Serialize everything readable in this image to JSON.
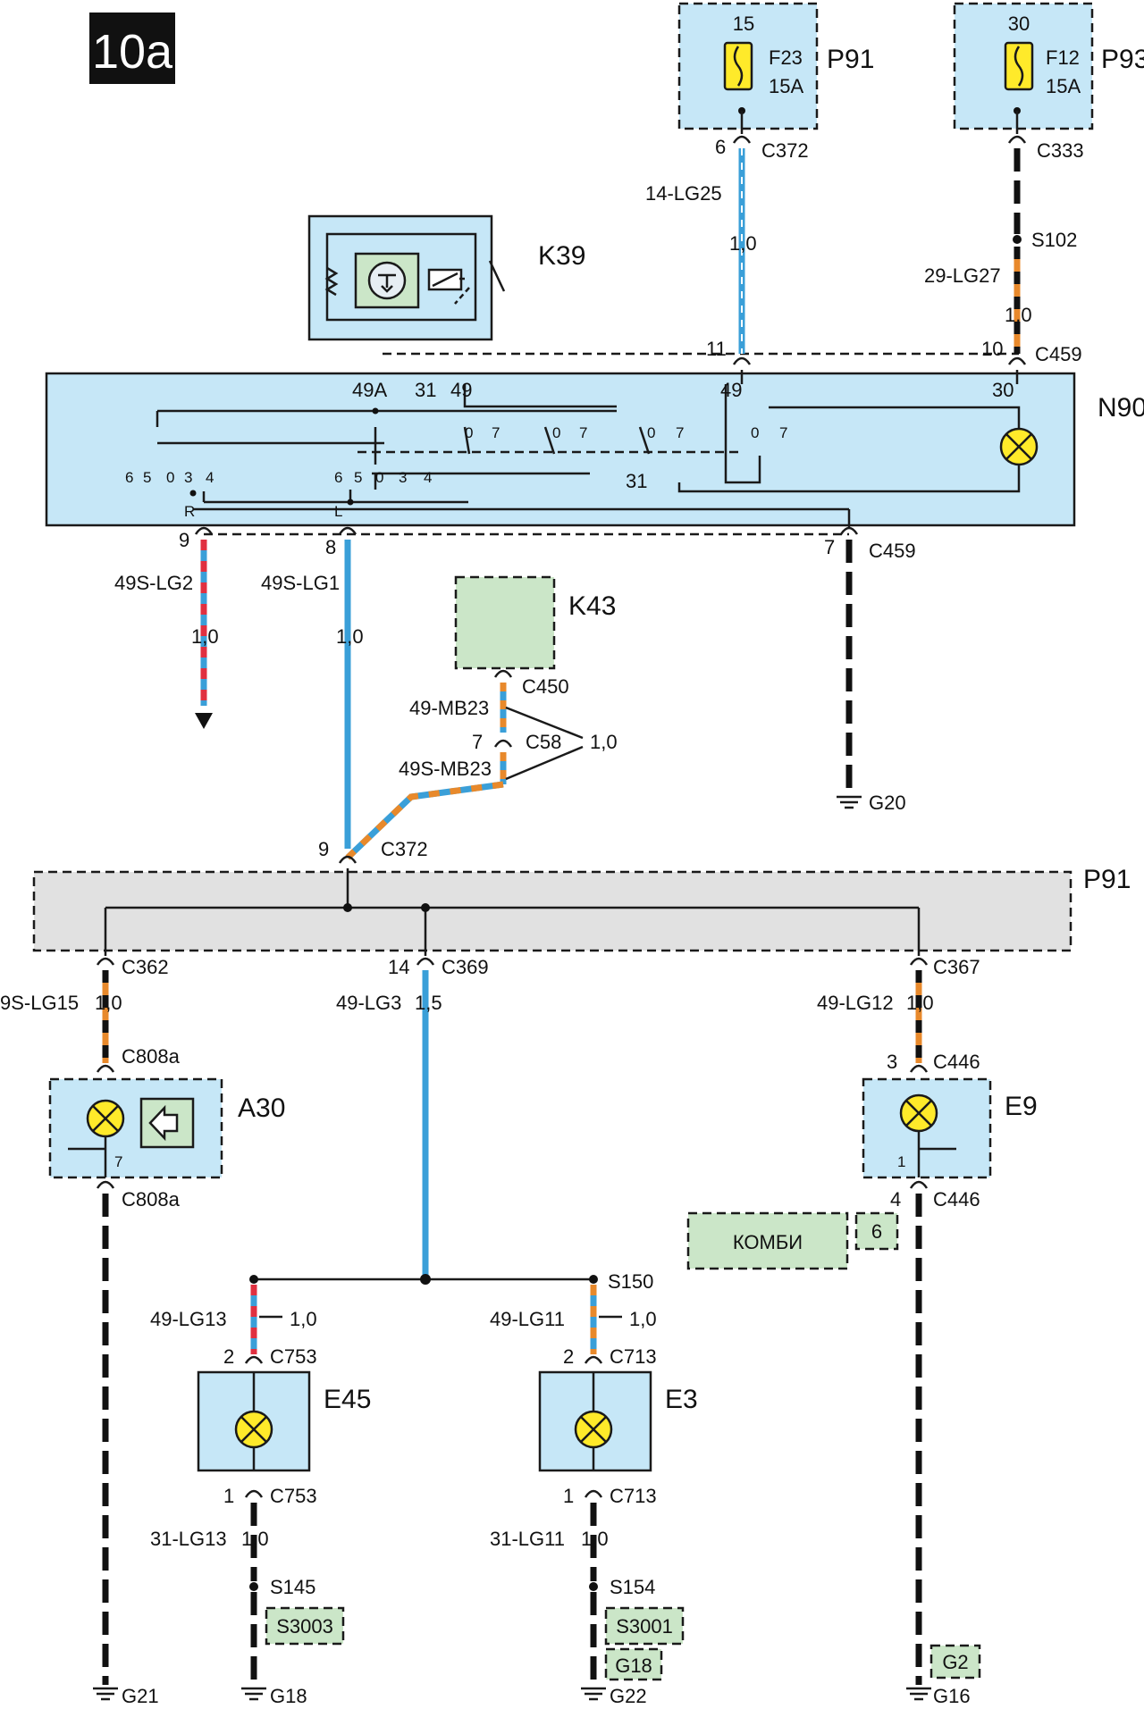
{
  "page_label": "10a",
  "components": {
    "K39": "K39",
    "N90": "N90",
    "K43": "K43",
    "P91_top": "P91",
    "P93": "P93",
    "P91_bus": "P91",
    "A30": "A30",
    "E9": "E9",
    "E45": "E45",
    "E3": "E3",
    "kombi": "КОМБИ",
    "kombi_pin": "6"
  },
  "fuses": {
    "f23": {
      "top": "15",
      "name": "F23",
      "rating": "15A"
    },
    "f12": {
      "top": "30",
      "name": "F12",
      "rating": "15A"
    }
  },
  "connectors": {
    "c372_top": "C372",
    "c333": "C333",
    "c459_top": "C459",
    "c459_bot": "C459",
    "c450": "C450",
    "c58": "C58",
    "c372_mid": "C372",
    "c362": "C362",
    "c369": "C369",
    "c367": "C367",
    "c808a_top": "C808a",
    "c808a_bot": "C808a",
    "c446_top": "C446",
    "c446_bot": "C446",
    "c753_top": "C753",
    "c753_bot": "C753",
    "c713_top": "C713",
    "c713_bot": "C713"
  },
  "splices": {
    "s102": "S102",
    "s150": "S150",
    "s145": "S145",
    "s154": "S154"
  },
  "tags": {
    "s3003": "S3003",
    "s3001": "S3001",
    "g18": "G18",
    "g2": "G2"
  },
  "grounds": {
    "g20": "G20",
    "g21": "G21",
    "g18": "G18",
    "g22": "G22",
    "g16": "G16"
  },
  "wires": {
    "lg25": "14-LG25",
    "lg27": "29-LG27",
    "lg2": "49S-LG2",
    "lg1": "49S-LG1",
    "mb23": "49-MB23",
    "mb23s": "49S-MB23",
    "lg15": "9S-LG15",
    "lg3": "49-LG3",
    "lg12": "49-LG12",
    "lg13": "49-LG13",
    "lg11": "49-LG11",
    "lg13g": "31-LG13",
    "lg11g": "31-LG11"
  },
  "gauges": {
    "g10": "1,0",
    "g15": "1,5"
  },
  "pins": {
    "p6": "6",
    "p11": "11",
    "p10": "10",
    "p49A": "49A",
    "p31": "31",
    "p49": "49",
    "p30": "30",
    "p9": "9",
    "p8": "8",
    "p7": "7",
    "p7b": "7",
    "p9b": "9",
    "p14": "14",
    "p3": "3",
    "p4": "4",
    "p1": "1",
    "p2": "2",
    "p1b": "1",
    "p2b": "2",
    "p1c": "1",
    "p7c": "7",
    "p31b": "31"
  },
  "switch_marks": {
    "row1": [
      "6",
      "5",
      "0",
      "3",
      "4"
    ],
    "row2": [
      "6",
      "5",
      "0",
      "3",
      "4"
    ],
    "r": "R",
    "l": "L",
    "zero_seven": [
      "0",
      "7"
    ]
  }
}
